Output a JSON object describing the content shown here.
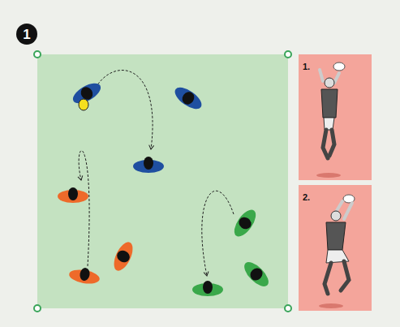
{
  "diagram": {
    "labels": [
      "1",
      "1.",
      "2."
    ]
  }
}
